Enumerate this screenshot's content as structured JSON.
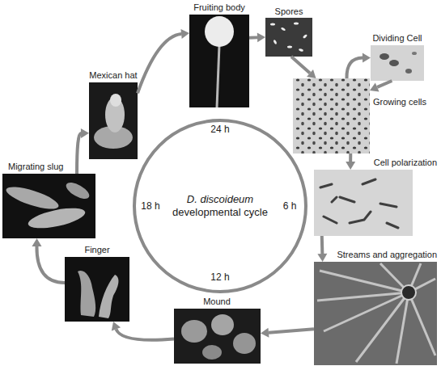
{
  "diagram": {
    "nodes": [
      {
        "text": [
          "Fruiting body"
        ]
      },
      {
        "text": [
          "Spores"
        ]
      },
      {
        "text": [
          "Dividing Cell"
        ]
      },
      {
        "text": [
          "Growing cells"
        ]
      },
      {
        "text": [
          "Cell polarization"
        ]
      },
      {
        "text": [
          "Streams and aggregation"
        ]
      },
      {
        "text": [
          "Mound"
        ]
      },
      {
        "text": [
          "Finger"
        ]
      },
      {
        "text": [
          "Migrating slug"
        ]
      },
      {
        "text": [
          "Mexican hat"
        ]
      },
      {
        "text": [
          "D. discoideum",
          "developmental cycle"
        ]
      }
    ],
    "edges": [
      {
        "from": 0,
        "to": 1,
        "arrow": "to"
      },
      {
        "from": 1,
        "to": 3,
        "arrow": "to"
      },
      {
        "from": 3,
        "to": 2,
        "arrow": "to"
      },
      {
        "from": 2,
        "to": 3,
        "arrow": "to"
      },
      {
        "from": 3,
        "to": 4,
        "arrow": "to"
      },
      {
        "from": 4,
        "to": 5,
        "arrow": "to"
      },
      {
        "from": 5,
        "to": 6,
        "arrow": "to"
      },
      {
        "from": 6,
        "to": 7,
        "arrow": "to"
      },
      {
        "from": 7,
        "to": 8,
        "arrow": "to"
      },
      {
        "from": 8,
        "to": 9,
        "arrow": "to"
      },
      {
        "from": 9,
        "to": 0,
        "arrow": "to"
      }
    ],
    "labels": [
      "24 h",
      "6 h",
      "12 h",
      "18 h"
    ]
  }
}
